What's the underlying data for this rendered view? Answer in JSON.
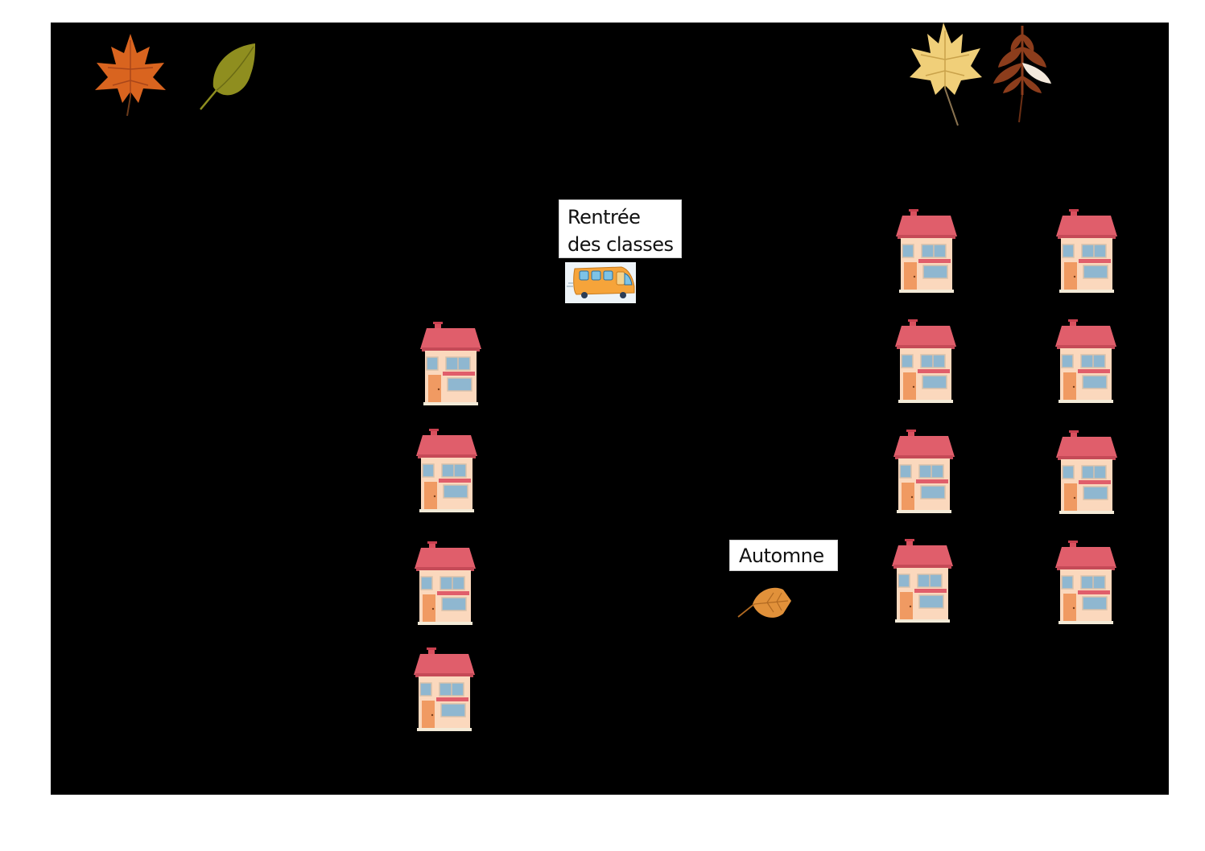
{
  "labels": {
    "rentree_line1": "Rentrée",
    "rentree_line2": "des classes",
    "automne": "Automne"
  },
  "icons": {
    "top_left": [
      "maple-leaf-icon",
      "green-leaf-icon"
    ],
    "top_right": [
      "yellow-maple-leaf-icon",
      "brown-fern-leaf-icon"
    ],
    "markers": [
      "school-bus-icon",
      "autumn-leaf-icon"
    ],
    "house": "house-icon"
  },
  "colors": {
    "board": "#000000",
    "page": "#ffffff",
    "house_roof": "#e05e6b",
    "house_wall": "#fbd8bd",
    "house_door": "#f09a62",
    "house_window": "#8fb7d0",
    "bus": "#f6a43a",
    "leaf_orange": "#d9641f",
    "leaf_green": "#8f8e1f",
    "leaf_yellow": "#f0cf79",
    "leaf_brown": "#8c3d1c",
    "leaf_automne": "#e1913a"
  }
}
